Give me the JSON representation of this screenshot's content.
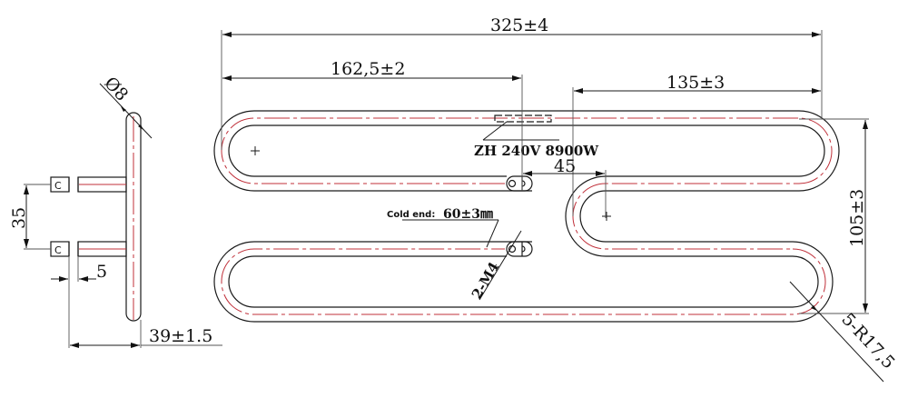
{
  "drawing": {
    "title": "Tubular heating element technical drawing",
    "colors": {
      "outline": "#1a1a1a",
      "center_axis": "#c0303a",
      "background": "#ffffff"
    },
    "dimensions": {
      "overall_length": "325±4",
      "half_length": "162,5±2",
      "right_section_length": "135±3",
      "terminal_offset": "45",
      "overall_height": "105±3",
      "bend_radius": "5-R17,5",
      "tube_diameter": "Ø8",
      "terminal_spacing": "35",
      "terminal_length": "5",
      "side_depth": "39±1.5",
      "thread": "2-M4"
    },
    "annotations": {
      "rating_label": "ZH 240V 8900W",
      "cold_end_label": "Cold end:",
      "cold_end_value": "60±3㎜"
    }
  }
}
